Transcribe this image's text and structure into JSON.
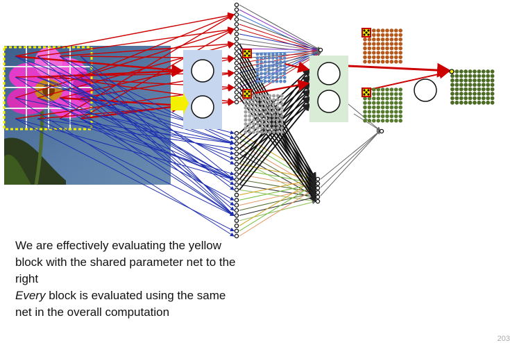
{
  "caption": {
    "line1": "We are effectively evaluating the yellow block with the shared parameter net to the right",
    "line2_emph": "Every",
    "line2_rest": " block is evaluated using the same net in the overall computation"
  },
  "page_number": "203",
  "colors": {
    "flower_sky": "#4a6a92",
    "net_box_blue": "#c6d6ee",
    "net_box_green": "#d9ecd6",
    "arrow_red": "#cc0000",
    "arrow_blue": "#1f2fb0",
    "grid_blue": "#5b84c2",
    "grid_gray": "#a0a0a0",
    "grid_brown": "#b5581a",
    "grid_green": "#557a2e",
    "grid_output": "#4c6b25",
    "highlight": "#f5ef00"
  },
  "icons": [
    "neuron-circle-icon",
    "filter-patch-icon"
  ]
}
